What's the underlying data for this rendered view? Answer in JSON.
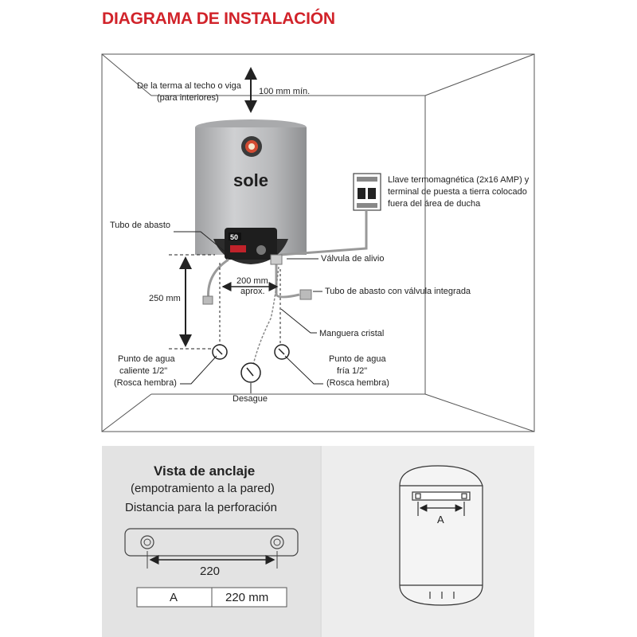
{
  "title": "DIAGRAMA DE INSTALACIÓN",
  "install_diagram": {
    "brand": "sole",
    "display_value": "50",
    "ceiling_note": [
      "De la terma al techo o viga",
      "(para interiores)"
    ],
    "ceiling_distance": "100 mm mín.",
    "breaker_note": [
      "Llave termomagnética (2x16 AMP) y",
      "terminal de puesta a tierra colocado",
      "fuera del área de ducha"
    ],
    "supply_pipe": "Tubo de abasto",
    "relief_valve": "Válvula de alivio",
    "spacing": [
      "200 mm",
      "aprox."
    ],
    "supply_pipe_valve": "Tubo de abasto con válvula integrada",
    "height": "250 mm",
    "hose": "Manguera cristal",
    "hot_water_point": [
      "Punto de agua",
      "caliente 1/2\"",
      "(Rosca hembra)"
    ],
    "cold_water_point": [
      "Punto de agua",
      "fría 1/2\"",
      "(Rosca hembra)"
    ],
    "drain": "Desague"
  },
  "anchor_view": {
    "title": "Vista de anclaje",
    "subtitle": "(empotramiento a la pared)",
    "caption": "Distancia para la perforación",
    "bracket_distance": "220",
    "table_key": "A",
    "table_value": "220 mm",
    "side_label": "A"
  },
  "colors": {
    "title": "#d1232a",
    "tank_body": "#b8b9bb",
    "panel_bg": "#e3e3e3"
  }
}
